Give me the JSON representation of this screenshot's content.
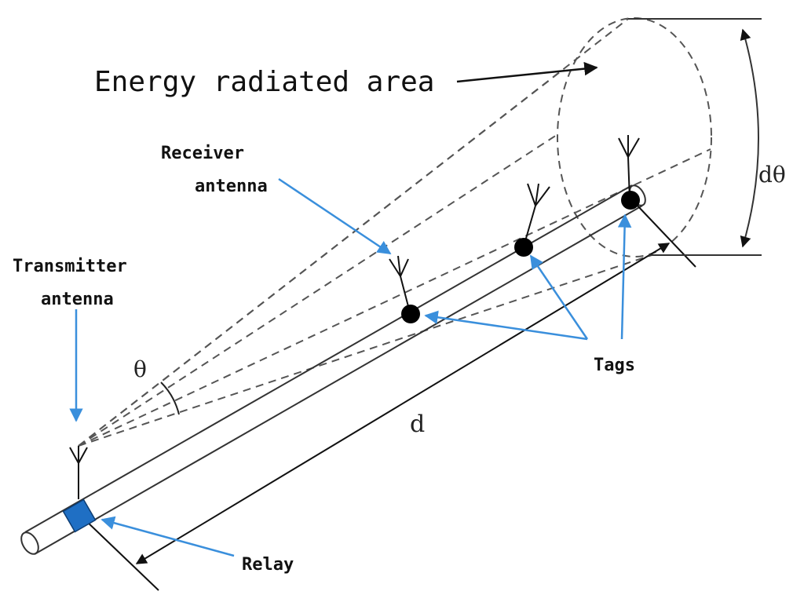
{
  "labels": {
    "energy_area": "Energy radiated area",
    "receiver_line1": "Receiver",
    "receiver_line2": "antenna",
    "transmitter_line1": "Transmitter",
    "transmitter_line2": "antenna",
    "tags": "Tags",
    "relay": "Relay",
    "theta": "θ",
    "d": "d",
    "d_theta": "dθ"
  },
  "colors": {
    "pointer_arrow": "#3a8fdc",
    "relay_box": "#1f6fc4",
    "line": "#333333",
    "dashed": "#555555",
    "tag_dot": "#000000"
  }
}
